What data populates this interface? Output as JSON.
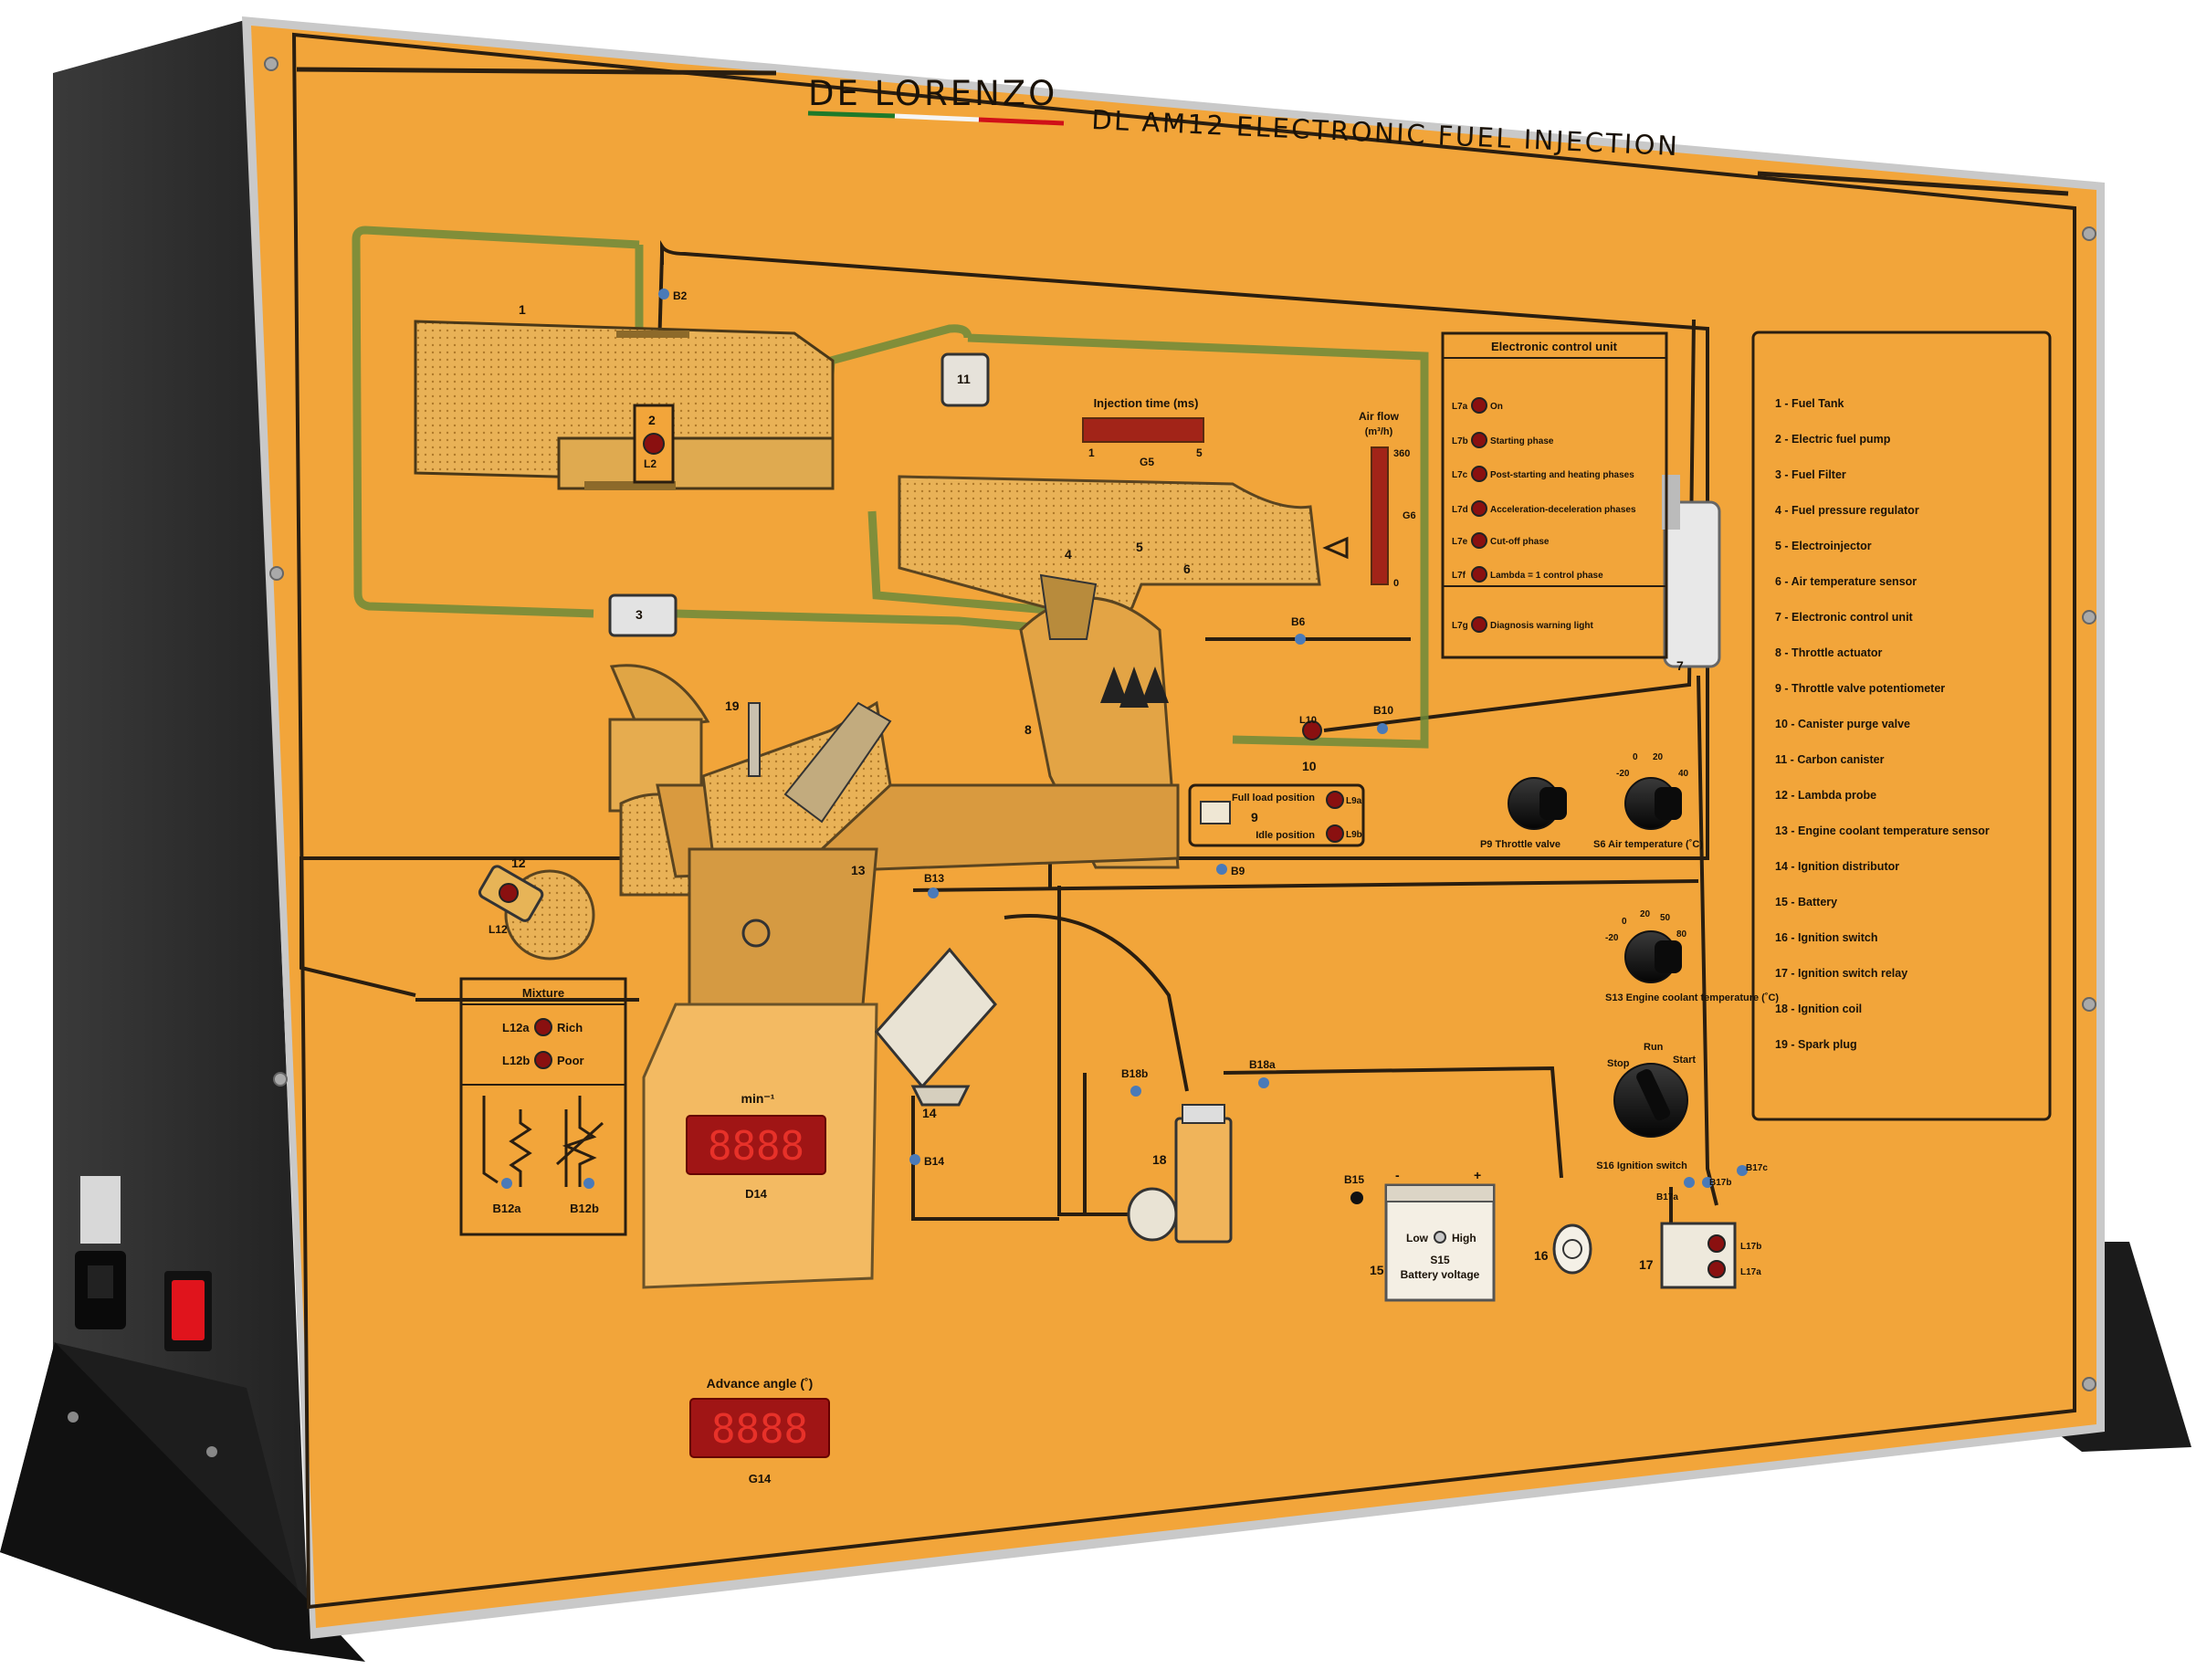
{
  "brand": {
    "logo_text": "DE LORENZO"
  },
  "header": {
    "title": "DL AM12  ELECTRONIC FUEL INJECTION"
  },
  "colors": {
    "panel": "#f2a53a",
    "frame": "#2e2e2e",
    "line": "#2a1e10",
    "led_red": "#c1111a",
    "switch_red": "#e0141c"
  },
  "ecu": {
    "title": "Electronic control unit",
    "lamps": [
      {
        "code": "L7a",
        "label": "On"
      },
      {
        "code": "L7b",
        "label": "Starting phase"
      },
      {
        "code": "L7c",
        "label": "Post-starting and heating phases"
      },
      {
        "code": "L7d",
        "label": "Acceleration-deceleration phases"
      },
      {
        "code": "L7e",
        "label": "Cut-off phase"
      },
      {
        "code": "L7f",
        "label": "Lambda = 1 control phase"
      },
      {
        "code": "L7g",
        "label": "Diagnosis warning light"
      }
    ]
  },
  "legend": [
    "1 - Fuel Tank",
    "2 - Electric fuel pump",
    "3 - Fuel Filter",
    "4 - Fuel pressure regulator",
    "5 - Electroinjector",
    "6 - Air temperature sensor",
    "7 - Electronic control unit",
    "8 - Throttle actuator",
    "9 - Throttle valve potentiometer",
    "10 - Canister purge valve",
    "11 - Carbon canister",
    "12 - Lambda probe",
    "13 - Engine coolant temperature sensor",
    "14 - Ignition distributor",
    "15 - Battery",
    "16 - Ignition switch",
    "17 - Ignition switch relay",
    "18 - Ignition coil",
    "19 - Spark plug"
  ],
  "injection": {
    "title": "Injection time (ms)",
    "min": "1",
    "code": "G5",
    "max": "5"
  },
  "airflow": {
    "title": "Air flow",
    "unit": "(m³/h)",
    "max": "360",
    "min": "0",
    "code": "G6"
  },
  "throttle": {
    "full_load": "Full load position",
    "full_load_code": "L9a",
    "idle": "Idle position",
    "idle_code": "L9b"
  },
  "knobs": {
    "p9": {
      "label": "P9 Throttle valve"
    },
    "s6": {
      "label": "S6 Air temperature (˚C)",
      "scale": [
        "-20",
        "0",
        "20",
        "40"
      ]
    },
    "s13": {
      "label": "S13 Engine coolant temperature (˚C)",
      "scale": [
        "-20",
        "0",
        "20",
        "50",
        "80"
      ]
    },
    "s16": {
      "label": "S16 Ignition switch",
      "positions": [
        "Stop",
        "Run",
        "Start"
      ]
    }
  },
  "mixture": {
    "title": "Mixture",
    "rich_code": "L12a",
    "rich": "Rich",
    "poor_code": "L12b",
    "poor": "Poor",
    "b12a": "B12a",
    "b12b": "B12b"
  },
  "rpm": {
    "unit": "min⁻¹",
    "display": "8888",
    "code": "D14"
  },
  "advance": {
    "title": "Advance angle (˚)",
    "display": "8888",
    "code": "G14"
  },
  "battery": {
    "low": "Low",
    "high": "High",
    "code": "S15",
    "label": "Battery voltage",
    "minus": "-",
    "plus": "+"
  },
  "points": {
    "b2": "B2",
    "b6": "B6",
    "b9": "B9",
    "b10": "B10",
    "b13": "B13",
    "b14": "B14",
    "b15": "B15",
    "b18a": "B18a",
    "b18b": "B18b",
    "b17a": "B17a",
    "b17b": "B17b",
    "b17c": "B17c",
    "l2": "L2",
    "l10": "L10",
    "l12": "L12",
    "l17a": "L17a",
    "l17b": "L17b"
  },
  "component_numbers": {
    "n1": "1",
    "n2": "2",
    "n3": "3",
    "n4": "4",
    "n5": "5",
    "n6": "6",
    "n7": "7",
    "n8": "8",
    "n9": "9",
    "n10": "10",
    "n11": "11",
    "n12": "12",
    "n13": "13",
    "n14": "14",
    "n15": "15",
    "n16": "16",
    "n17": "17",
    "n18": "18",
    "n19": "19"
  }
}
